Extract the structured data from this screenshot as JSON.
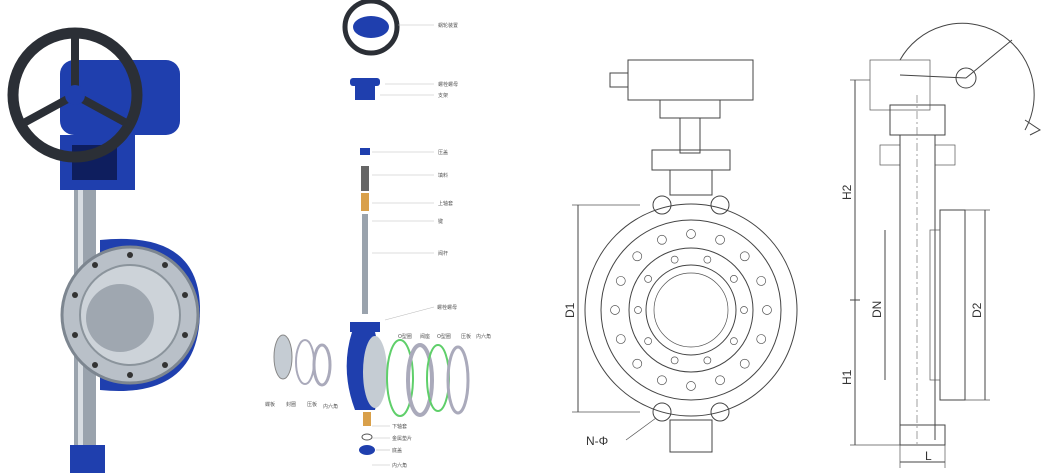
{
  "exploded_view": {
    "parts": {
      "worm_gear": "蜗轮装置",
      "bolt_nut_top": "螺栓螺母",
      "bracket": "支架",
      "gland": "压盖",
      "packing": "填料",
      "upper_bushing": "上轴套",
      "key": "键",
      "stem": "阀杆",
      "bolt_nut_body": "螺栓螺母",
      "o_ring_1": "O型圈",
      "seat": "阀座",
      "o_ring_2": "O型圈",
      "pressure_plate_right": "压板",
      "hex_socket_right": "内六角",
      "disc": "蝶板",
      "seal_ring": "封圈",
      "pressure_plate_left": "压板",
      "hex_socket_left": "内六角",
      "lower_bushing": "下轴套",
      "metal_gasket": "金属垫片",
      "bottom_cover": "底盖",
      "hex_socket_bottom": "内六角"
    }
  },
  "front_view": {
    "d1": "D1",
    "n_phi": "N-Φ"
  },
  "side_view": {
    "h2": "H2",
    "h1": "H1",
    "dn": "DN",
    "d2": "D2",
    "l": "L"
  },
  "colors": {
    "body_blue": "#1f3fae",
    "handwheel": "#2b2f36",
    "o_ring": "#5fcf6a",
    "bushing": "#d9a04a"
  }
}
